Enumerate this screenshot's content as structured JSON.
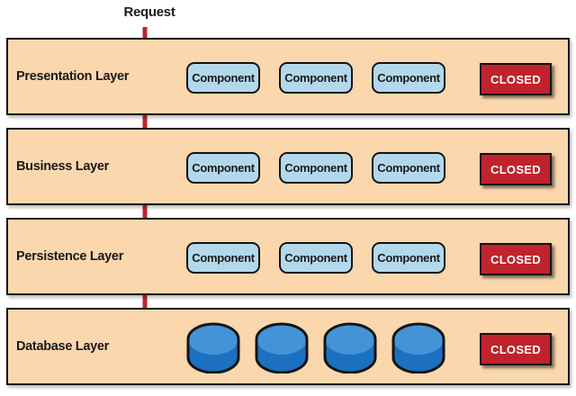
{
  "request_label": "Request",
  "colors": {
    "layer-bg": "#fbd7ae",
    "layer-border": "#141414",
    "component-bg": "#b3d8ec",
    "closed-bg": "#c0232c",
    "closed-text": "#ffffff",
    "arrow-red": "#bf222e",
    "db-top": "#4493d7",
    "db-body": "#1b70c0",
    "text": "#1a1a1a"
  },
  "layers": [
    {
      "label": "Presentation Layer",
      "components": [
        "Component",
        "Component",
        "Component"
      ],
      "closed_label": "CLOSED"
    },
    {
      "label": "Business Layer",
      "components": [
        "Component",
        "Component",
        "Component"
      ],
      "closed_label": "CLOSED"
    },
    {
      "label": "Persistence Layer",
      "components": [
        "Component",
        "Component",
        "Component"
      ],
      "closed_label": "CLOSED"
    },
    {
      "label": "Database Layer",
      "database_count": 4,
      "closed_label": "CLOSED"
    }
  ]
}
